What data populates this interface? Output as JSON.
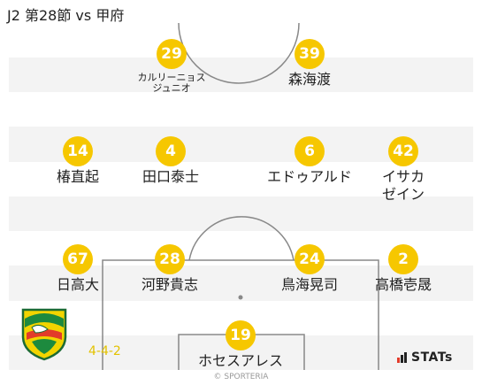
{
  "header": {
    "title": "J2 第28節 vs 甲府"
  },
  "team": {
    "formation": "4-4-2"
  },
  "players": [
    {
      "number": "29",
      "name": "カルリーニョス\nジュニオ"
    },
    {
      "number": "39",
      "name": "森海渡"
    },
    {
      "number": "14",
      "name": "椿直起"
    },
    {
      "number": "4",
      "name": "田口泰士"
    },
    {
      "number": "6",
      "name": "エドゥアルド"
    },
    {
      "number": "42",
      "name": "イサカ\nゼイン"
    },
    {
      "number": "67",
      "name": "日高大"
    },
    {
      "number": "28",
      "name": "河野貴志"
    },
    {
      "number": "24",
      "name": "鳥海晃司"
    },
    {
      "number": "2",
      "name": "高橋壱晟"
    },
    {
      "number": "19",
      "name": "ホセスアレス"
    }
  ],
  "footer": {
    "stats_brand": "STATs",
    "credit": "© SPORTERIA"
  },
  "colors": {
    "badge": "#f6c700",
    "pitch_stripe_dark": "#f3f3f3",
    "pitch_line": "#888888",
    "formation_text": "#e3c200"
  },
  "icons": {
    "club": "jef-united-crest-icon",
    "stats": "stats-logo-icon"
  }
}
